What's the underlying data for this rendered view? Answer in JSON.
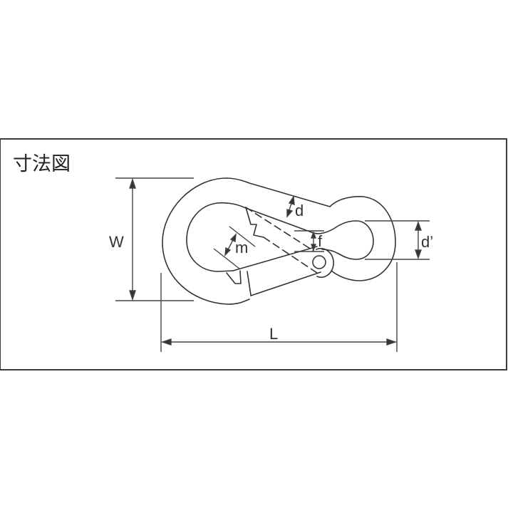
{
  "title": "寸法図",
  "diagram": {
    "subject": "snap hook (carabiner) dimension drawing",
    "dimension_labels": {
      "W": "W",
      "L": "L",
      "d": "d",
      "d_prime": "d’",
      "f": "f",
      "m": "m"
    },
    "line_color": "#333333",
    "background": "#ffffff"
  }
}
